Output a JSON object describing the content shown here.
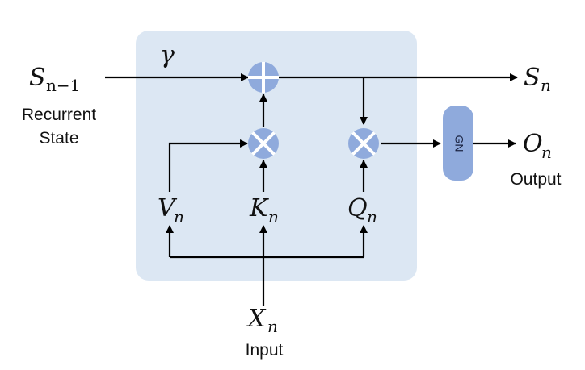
{
  "diagram": {
    "decay_symbol": "γ",
    "prev_state": {
      "base": "S",
      "sub": "n−1",
      "caption_line1": "Recurrent",
      "caption_line2": "State"
    },
    "next_state": {
      "base": "S",
      "sub": "n"
    },
    "output": {
      "base": "O",
      "sub": "n",
      "caption": "Output"
    },
    "input": {
      "base": "X",
      "sub": "n",
      "caption": "Input"
    },
    "value": {
      "base": "V",
      "sub": "n"
    },
    "key": {
      "base": "K",
      "sub": "n"
    },
    "query": {
      "base": "Q",
      "sub": "n"
    },
    "norm_block": "GN",
    "colors": {
      "panel": "#dce7f3",
      "operator": "#8faadc",
      "gn_block": "#8faadc",
      "line": "#000000"
    },
    "operators": [
      "add",
      "multiply",
      "multiply"
    ]
  }
}
